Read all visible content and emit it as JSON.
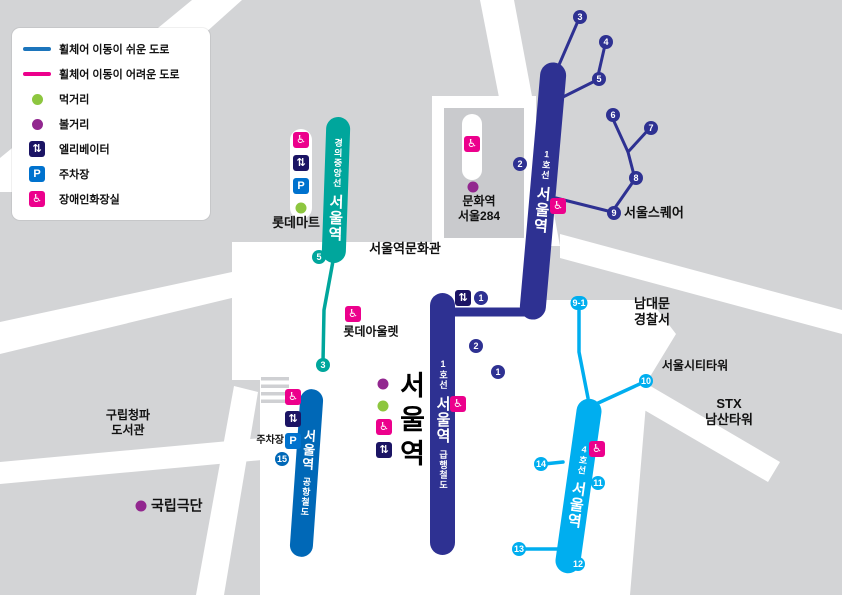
{
  "legend": {
    "easy_road": "휠체어 이동이 쉬운 도로",
    "hard_road": "휠체어 이동이 어려운 도로",
    "food": "먹거리",
    "sights": "볼거리",
    "elevator": "엘리베이터",
    "parking": "주차장",
    "accessible_restroom": "장애인화장실"
  },
  "icons": {
    "wheelchair": "♿",
    "elevator": "⇅",
    "parking": "P"
  },
  "colors": {
    "easy_road": "#1c75bc",
    "hard_road": "#ec008c",
    "food": "#8dc63f",
    "sights": "#92278f",
    "line1": "#2e3192",
    "line4": "#00aeef",
    "gyeongui_jungang": "#00a69c",
    "airport_railroad": "#0068b7",
    "wheelchair_icon": "#ec008c",
    "elevator_icon": "#1b1464",
    "parking_icon": "#0072ce"
  },
  "stations": {
    "gyeongui": {
      "line": "경의중앙선",
      "name": "서울역"
    },
    "line1_north": {
      "line": "1호선",
      "name": "서울역"
    },
    "line1_express": {
      "line": "1호선",
      "name": "서울역",
      "sub": "급행철도"
    },
    "line4": {
      "line": "4호선",
      "name": "서울역"
    },
    "airport": {
      "name": "서울역",
      "sub": "공항철도"
    }
  },
  "labels": {
    "lotte_mart": "롯데마트",
    "culture_station_l1": "문화역",
    "culture_station_l2": "서울284",
    "seoul_station_culture_hall": "서울역문화관",
    "lotte_outlet": "롯데아울렛",
    "seoul_square": "서울스퀘어",
    "namdaemun_l1": "남대문",
    "namdaemun_l2": "경찰서",
    "seoul_city_tower": "서울시티타워",
    "stx_l1": "STX",
    "stx_l2": "남산타워",
    "library_l1": "구립청파",
    "library_l2": "도서관",
    "national_theater": "국립극단",
    "parking_area": "주차장",
    "seoul_station_big": "서울역"
  },
  "exits": {
    "e1": "1",
    "e2": "2",
    "e3": "3",
    "e4": "4",
    "e5": "5",
    "e6": "6",
    "e7": "7",
    "e8": "8",
    "e9": "9",
    "e1_south": "1",
    "e2_south": "2",
    "g5": "5",
    "g3": "3",
    "a15": "15",
    "c9_1": "9-1",
    "c10": "10",
    "c11": "11",
    "c12": "12",
    "c13": "13",
    "c14": "14"
  }
}
